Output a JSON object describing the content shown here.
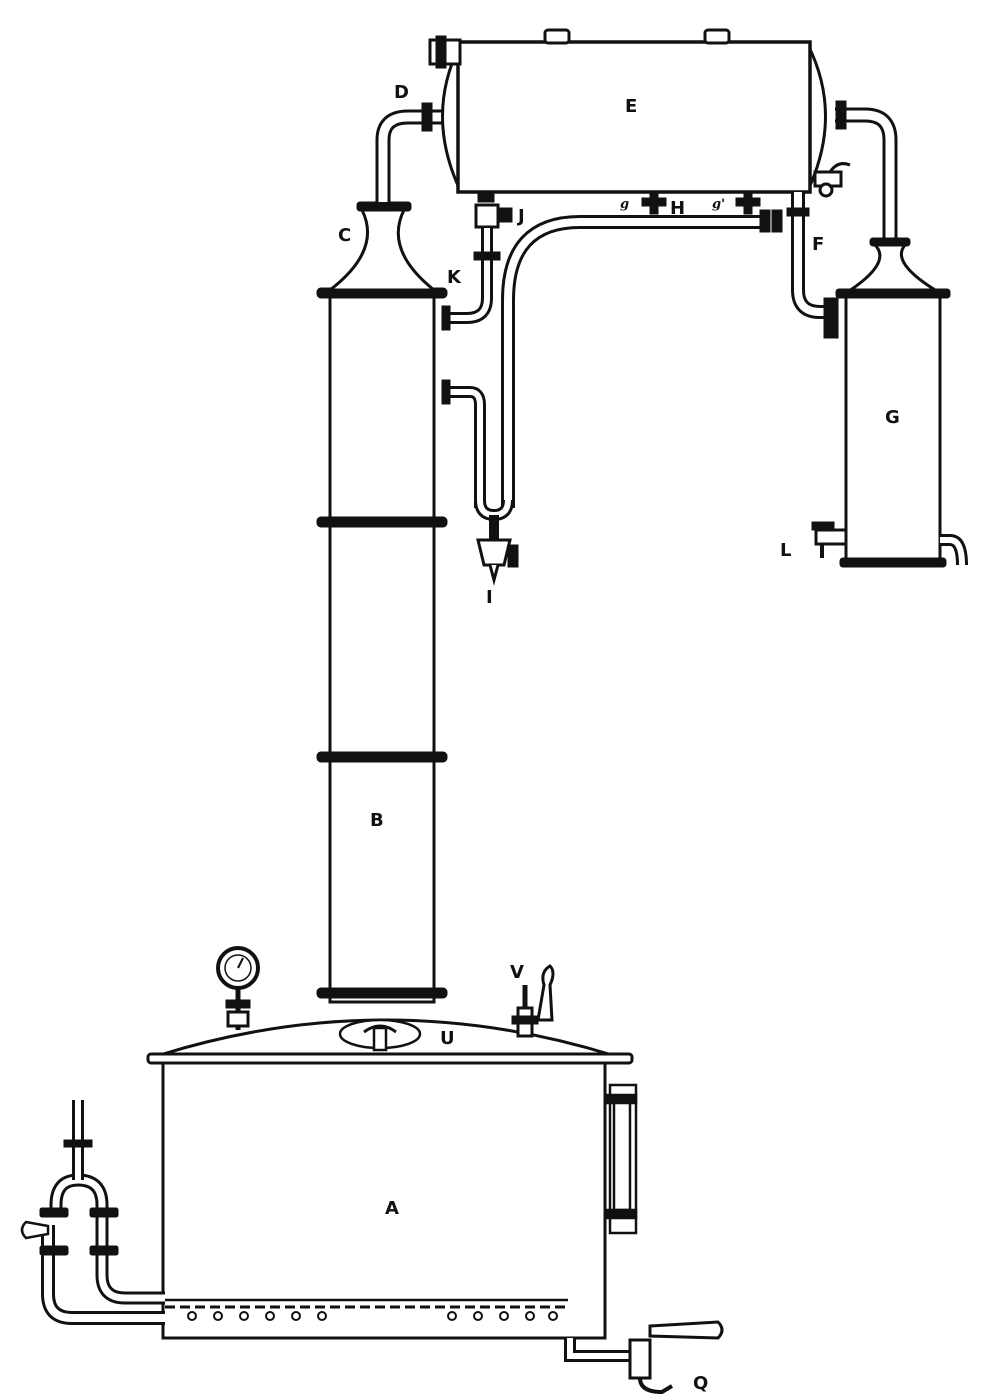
{
  "diagram": {
    "labels": {
      "A": "A",
      "B": "B",
      "C": "C",
      "D": "D",
      "E": "E",
      "F": "F",
      "G": "G",
      "H": "H",
      "I": "I",
      "J": "J",
      "K": "K",
      "L": "L",
      "Q": "Q",
      "U": "U",
      "V": "V",
      "g": "g",
      "g_prime": "g'"
    }
  }
}
